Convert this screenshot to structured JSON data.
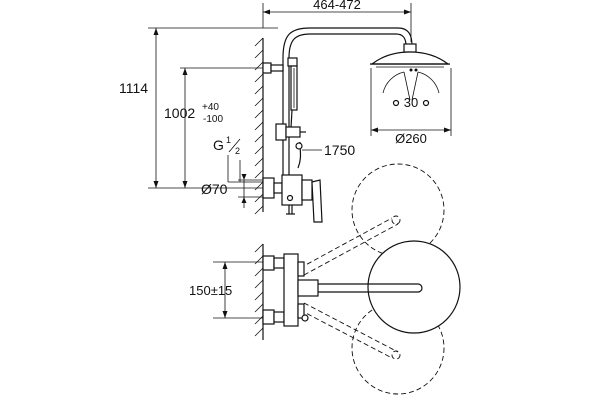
{
  "dimensions": {
    "arm_length": "464-472",
    "total_height": "1114",
    "outlet_height": "1002",
    "outlet_tol_plus": "+40",
    "outlet_tol_minus": "-100",
    "thread": "G",
    "thread_num": "1",
    "thread_den": "2",
    "hose_length": "1750",
    "rosette_diameter": "Ø70",
    "tilt_angle": "30",
    "head_diameter": "Ø260",
    "connection_spacing": "150±15"
  }
}
